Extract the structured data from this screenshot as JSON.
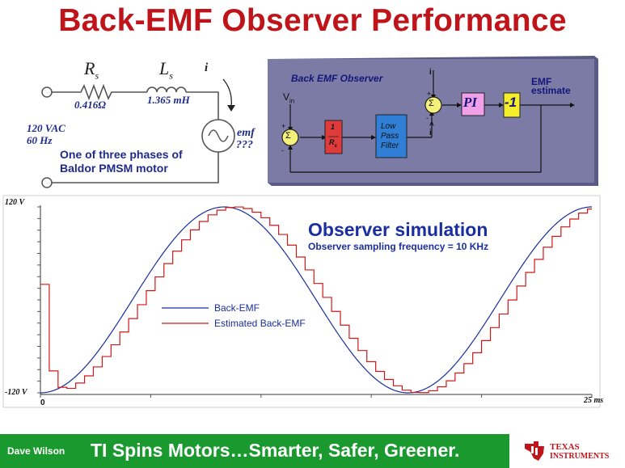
{
  "title": "Back-EMF Observer Performance",
  "circuit": {
    "rs_label": "R",
    "rs_sub": "s",
    "rs_value": "0.416Ω",
    "ls_label": "L",
    "ls_sub": "s",
    "ls_value": "1.365 mH",
    "current_label": "i",
    "source_voltage": "120 VAC",
    "source_freq": "60 Hz",
    "emf_label": "emf",
    "emf_unknown": "???",
    "note_line1": "One of three phases of",
    "note_line2": "Baldor PMSM motor"
  },
  "observer": {
    "title": "Back EMF Observer",
    "vin_label": "V",
    "vin_sub": "in",
    "sum_symbol": "Σ",
    "plus": "+",
    "minus": "-",
    "gain_num": "1",
    "gain_den": "R",
    "gain_den_sub": "s",
    "lpf_line1": "Low",
    "lpf_line2": "Pass",
    "lpf_line3": "Filter",
    "i_label": "i",
    "i_hat_label": "i",
    "pi_label": "PI",
    "neg_one": "-1",
    "output_line1": "EMF",
    "output_line2": "estimate",
    "panel_color": "#7b7ba6"
  },
  "plot": {
    "sim_title": "Observer simulation",
    "sim_subtitle": "Observer sampling frequency = 10 KHz",
    "legend": [
      {
        "label": "Back-EMF",
        "color": "#1a2e9e"
      },
      {
        "label": "Estimated Back-EMF",
        "color": "#d01818"
      }
    ],
    "y_top_label": "120 V",
    "y_bottom_label": "-120 V",
    "x_start_label": "0",
    "x_end_label": "25 ms"
  },
  "chart_data": {
    "type": "line",
    "xlim": [
      0,
      25
    ],
    "ylim": [
      -120,
      120
    ],
    "series": [
      {
        "name": "Back-EMF",
        "function": "sin",
        "amplitude": 120,
        "freq_hz": 60,
        "phase_deg": -90
      },
      {
        "name": "Estimated Back-EMF",
        "function": "sin",
        "amplitude": 120,
        "freq_hz": 60,
        "phase_deg": -98,
        "sampling_khz": 10
      }
    ]
  },
  "footer": {
    "author": "Dave Wilson",
    "slogan": "TI Spins Motors…Smarter, Safer, Greener.",
    "logo_line1": "TEXAS",
    "logo_line2": "INSTRUMENTS",
    "green": "#1a9a2e"
  }
}
